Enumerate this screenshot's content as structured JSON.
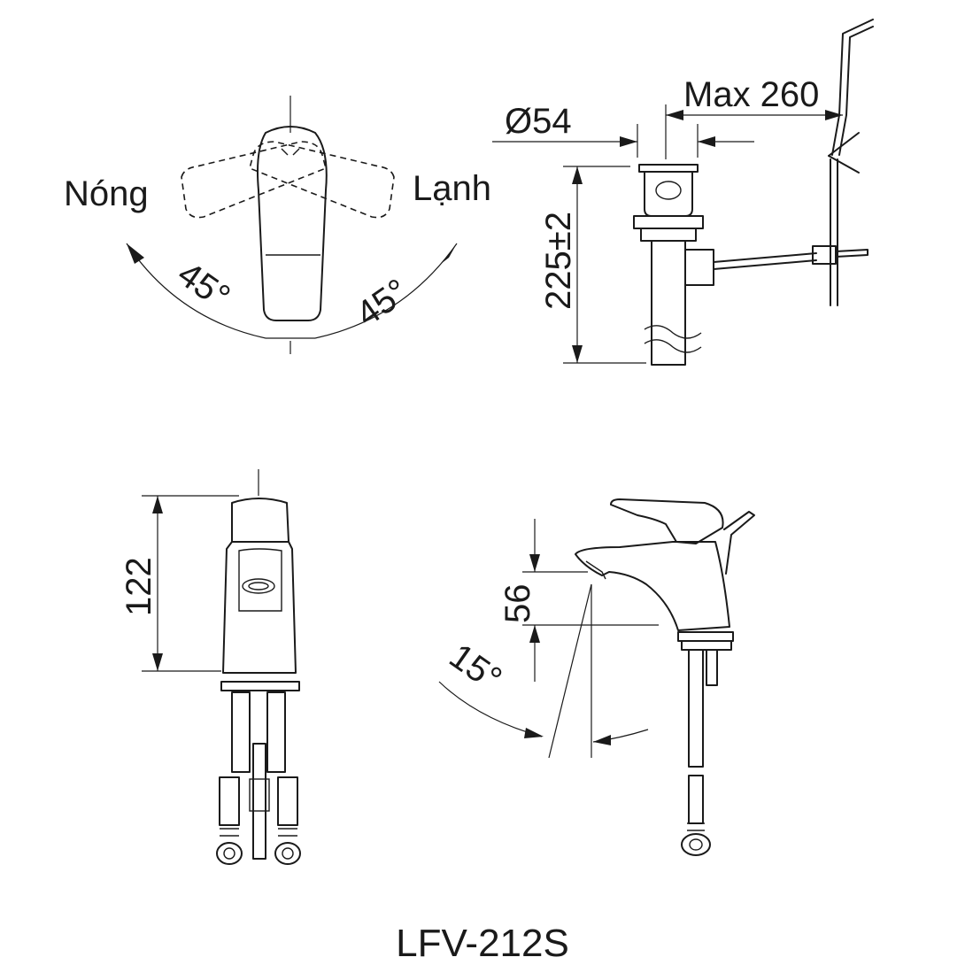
{
  "top_view": {
    "label_hot": "Nóng",
    "label_cold": "Lạnh",
    "angle_left": "45°",
    "angle_right": "45°"
  },
  "drain_view": {
    "diameter": "Ø54",
    "max_length": "Max 260",
    "height": "225±2"
  },
  "front_view": {
    "height": "122"
  },
  "side_view": {
    "spout_height": "56",
    "tilt_angle": "15°"
  },
  "model": "LFV-212S"
}
